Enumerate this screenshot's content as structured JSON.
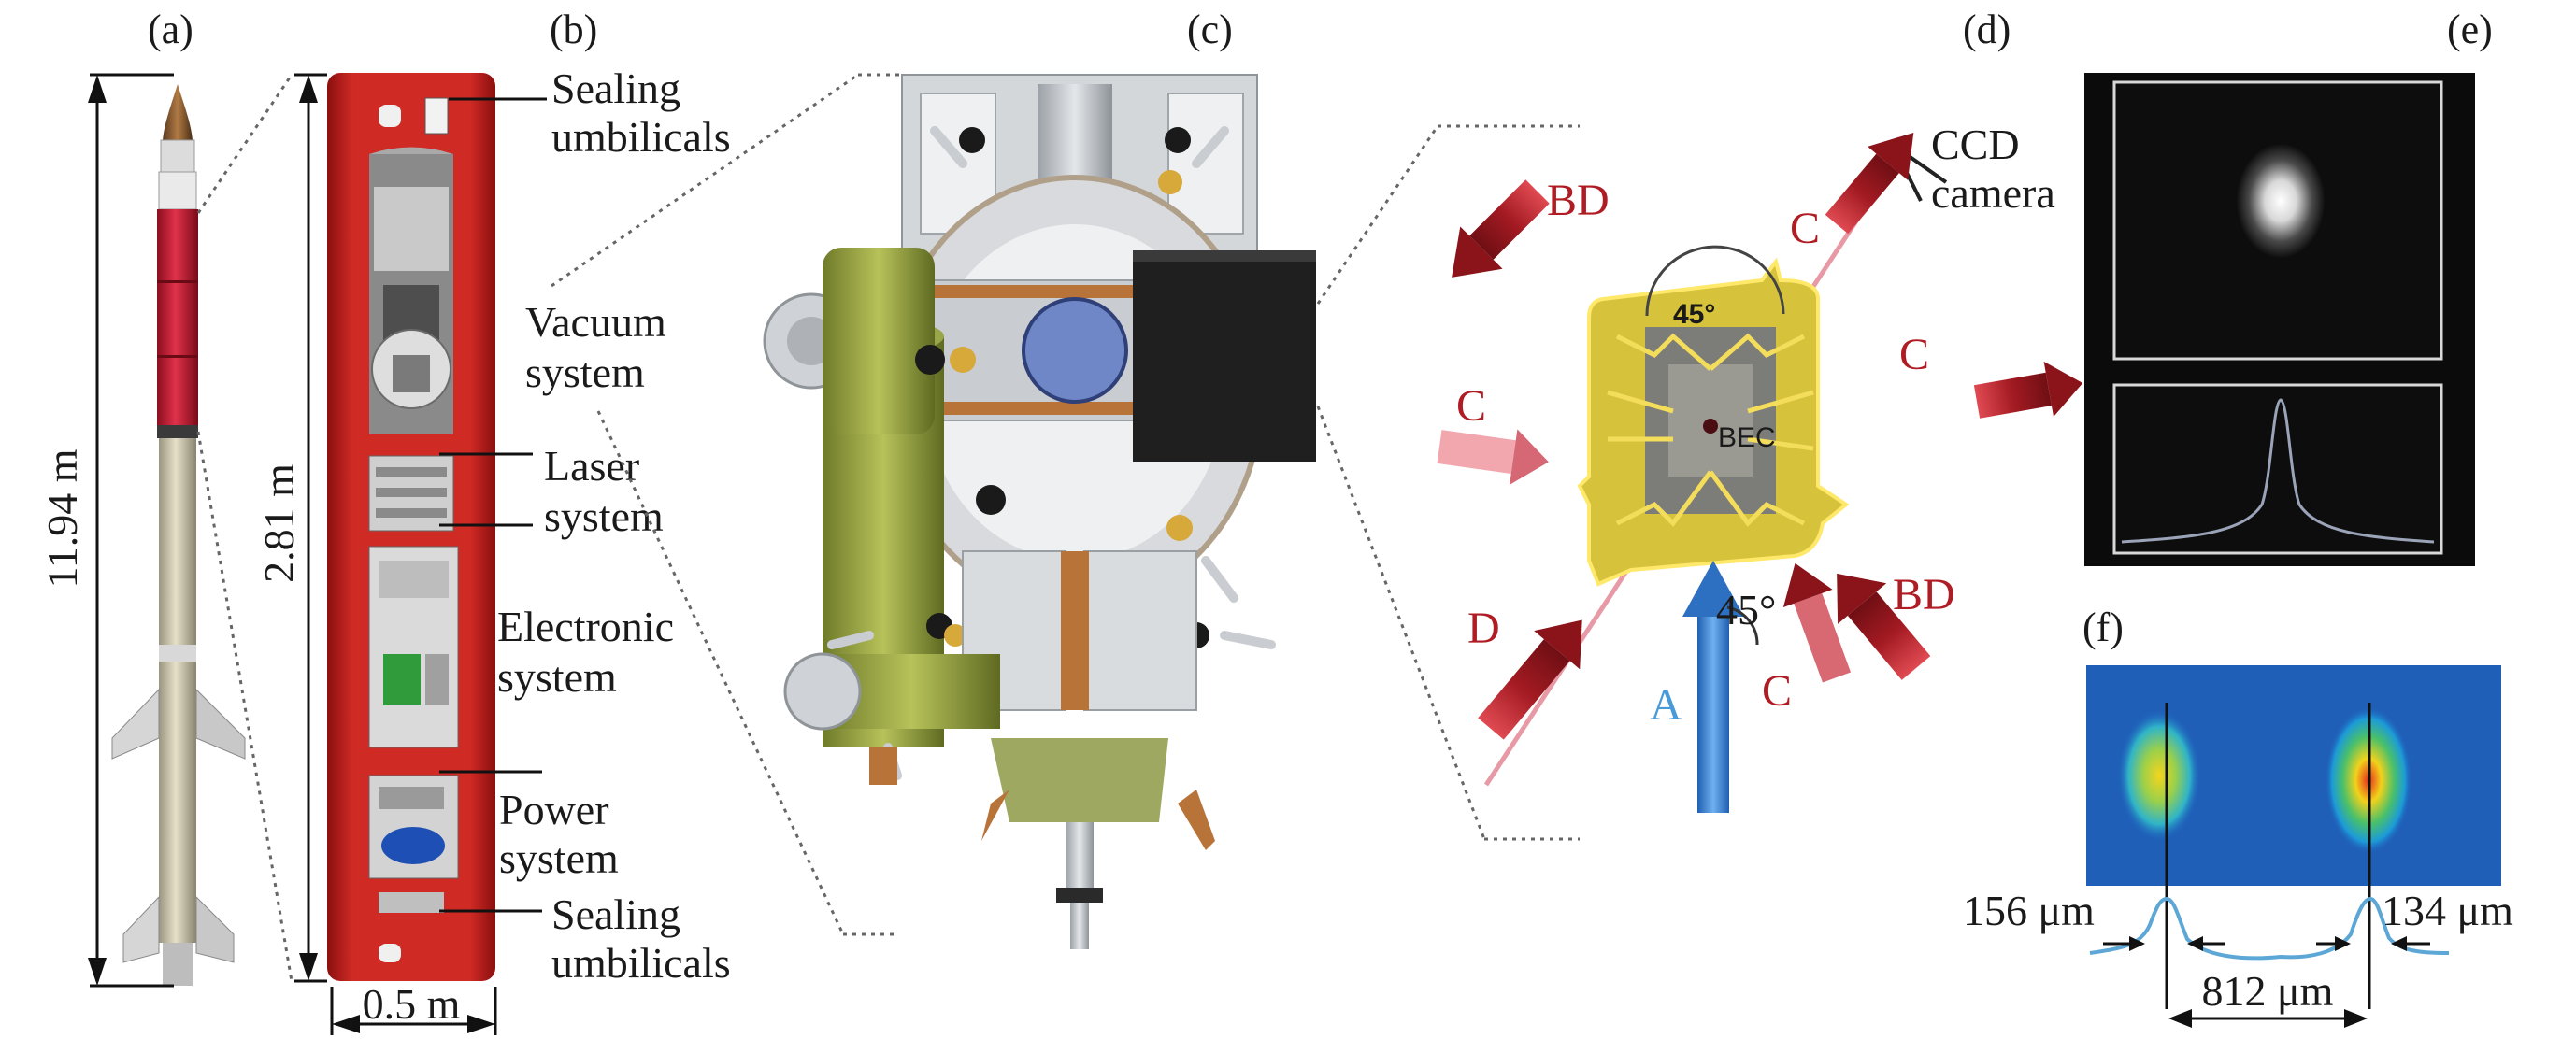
{
  "panels": {
    "a": "(a)",
    "b": "(b)",
    "c": "(c)",
    "d": "(d)",
    "e": "(e)",
    "f": "(f)"
  },
  "rocket": {
    "height": "11.94 m"
  },
  "module": {
    "height": "2.81 m",
    "width": "0.5 m",
    "labels": [
      [
        "Sealing",
        "umbilicals"
      ],
      [
        "Vacuum",
        "system"
      ],
      [
        "Laser",
        "system"
      ],
      [
        "Electronic",
        "system"
      ],
      [
        "Power",
        "system"
      ],
      [
        "Sealing",
        "umbilicals"
      ]
    ]
  },
  "chip": {
    "beams": {
      "bd_top": "BD",
      "c_top": "C",
      "c_right": "C",
      "c_left": "C",
      "d": "D",
      "bd_bottom": "BD",
      "c_bottom": "C",
      "a": "A"
    },
    "angle_top": "45°",
    "angle_bottom": "45°",
    "bec": "BEC",
    "camera": [
      "CCD",
      "camera"
    ]
  },
  "measurements": {
    "left_width": "156 μm",
    "right_width": "134 μm",
    "separation": "812 μm"
  },
  "colors": {
    "rocket_red": "#c8102e",
    "module_red": "#c01b1b",
    "beam_red": "#a31a22",
    "beam_blue": "#3a7fd0",
    "chip_gold": "#e7c62a",
    "text": "#1a1a1a"
  }
}
